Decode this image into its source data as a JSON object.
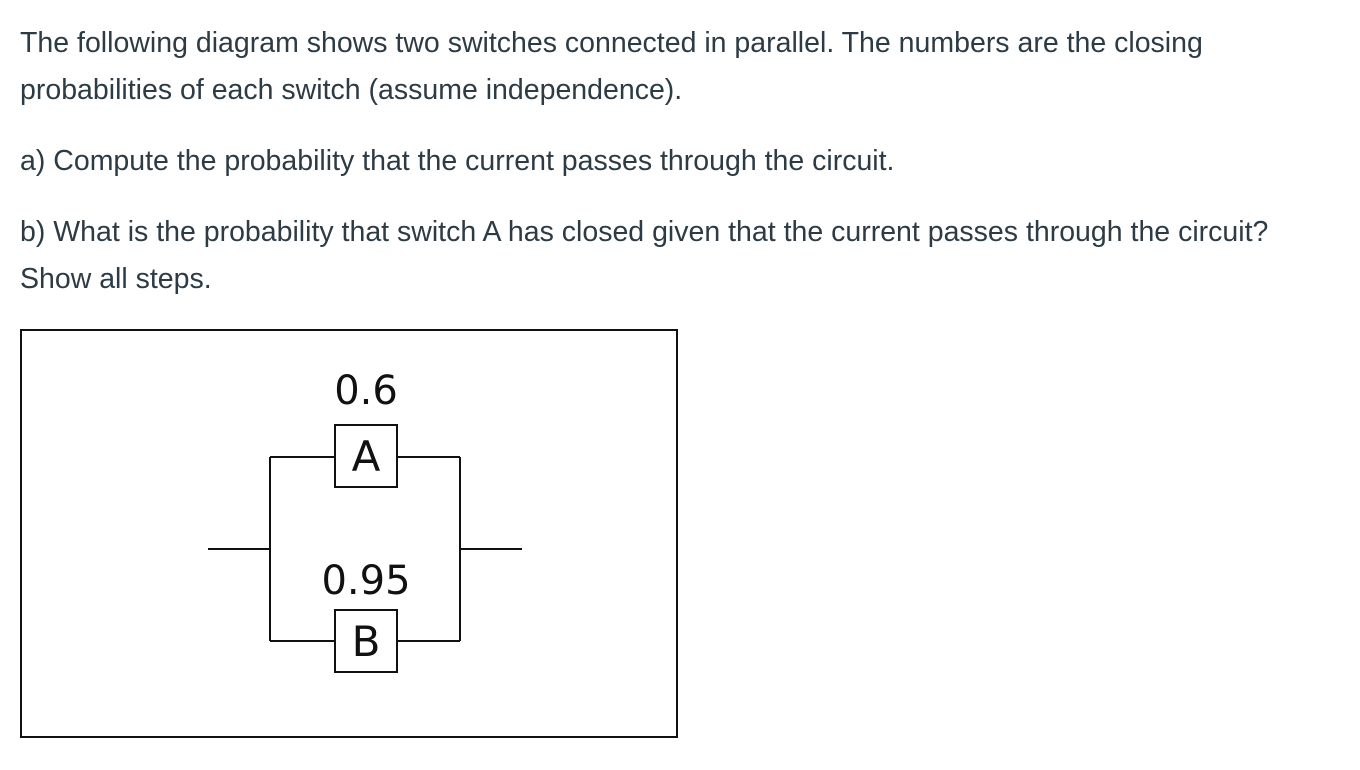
{
  "question": {
    "intro": "The following diagram shows two switches connected in parallel. The numbers are the closing probabilities  of each switch (assume independence).",
    "part_a": "a) Compute the probability that the current passes through the circuit.",
    "part_b": "b) What is the probability that switch A has closed given that the current passes through the circuit? Show all steps."
  },
  "diagram": {
    "switch_a": {
      "label": "A",
      "probability": "0.6"
    },
    "switch_b": {
      "label": "B",
      "probability": "0.95"
    }
  }
}
